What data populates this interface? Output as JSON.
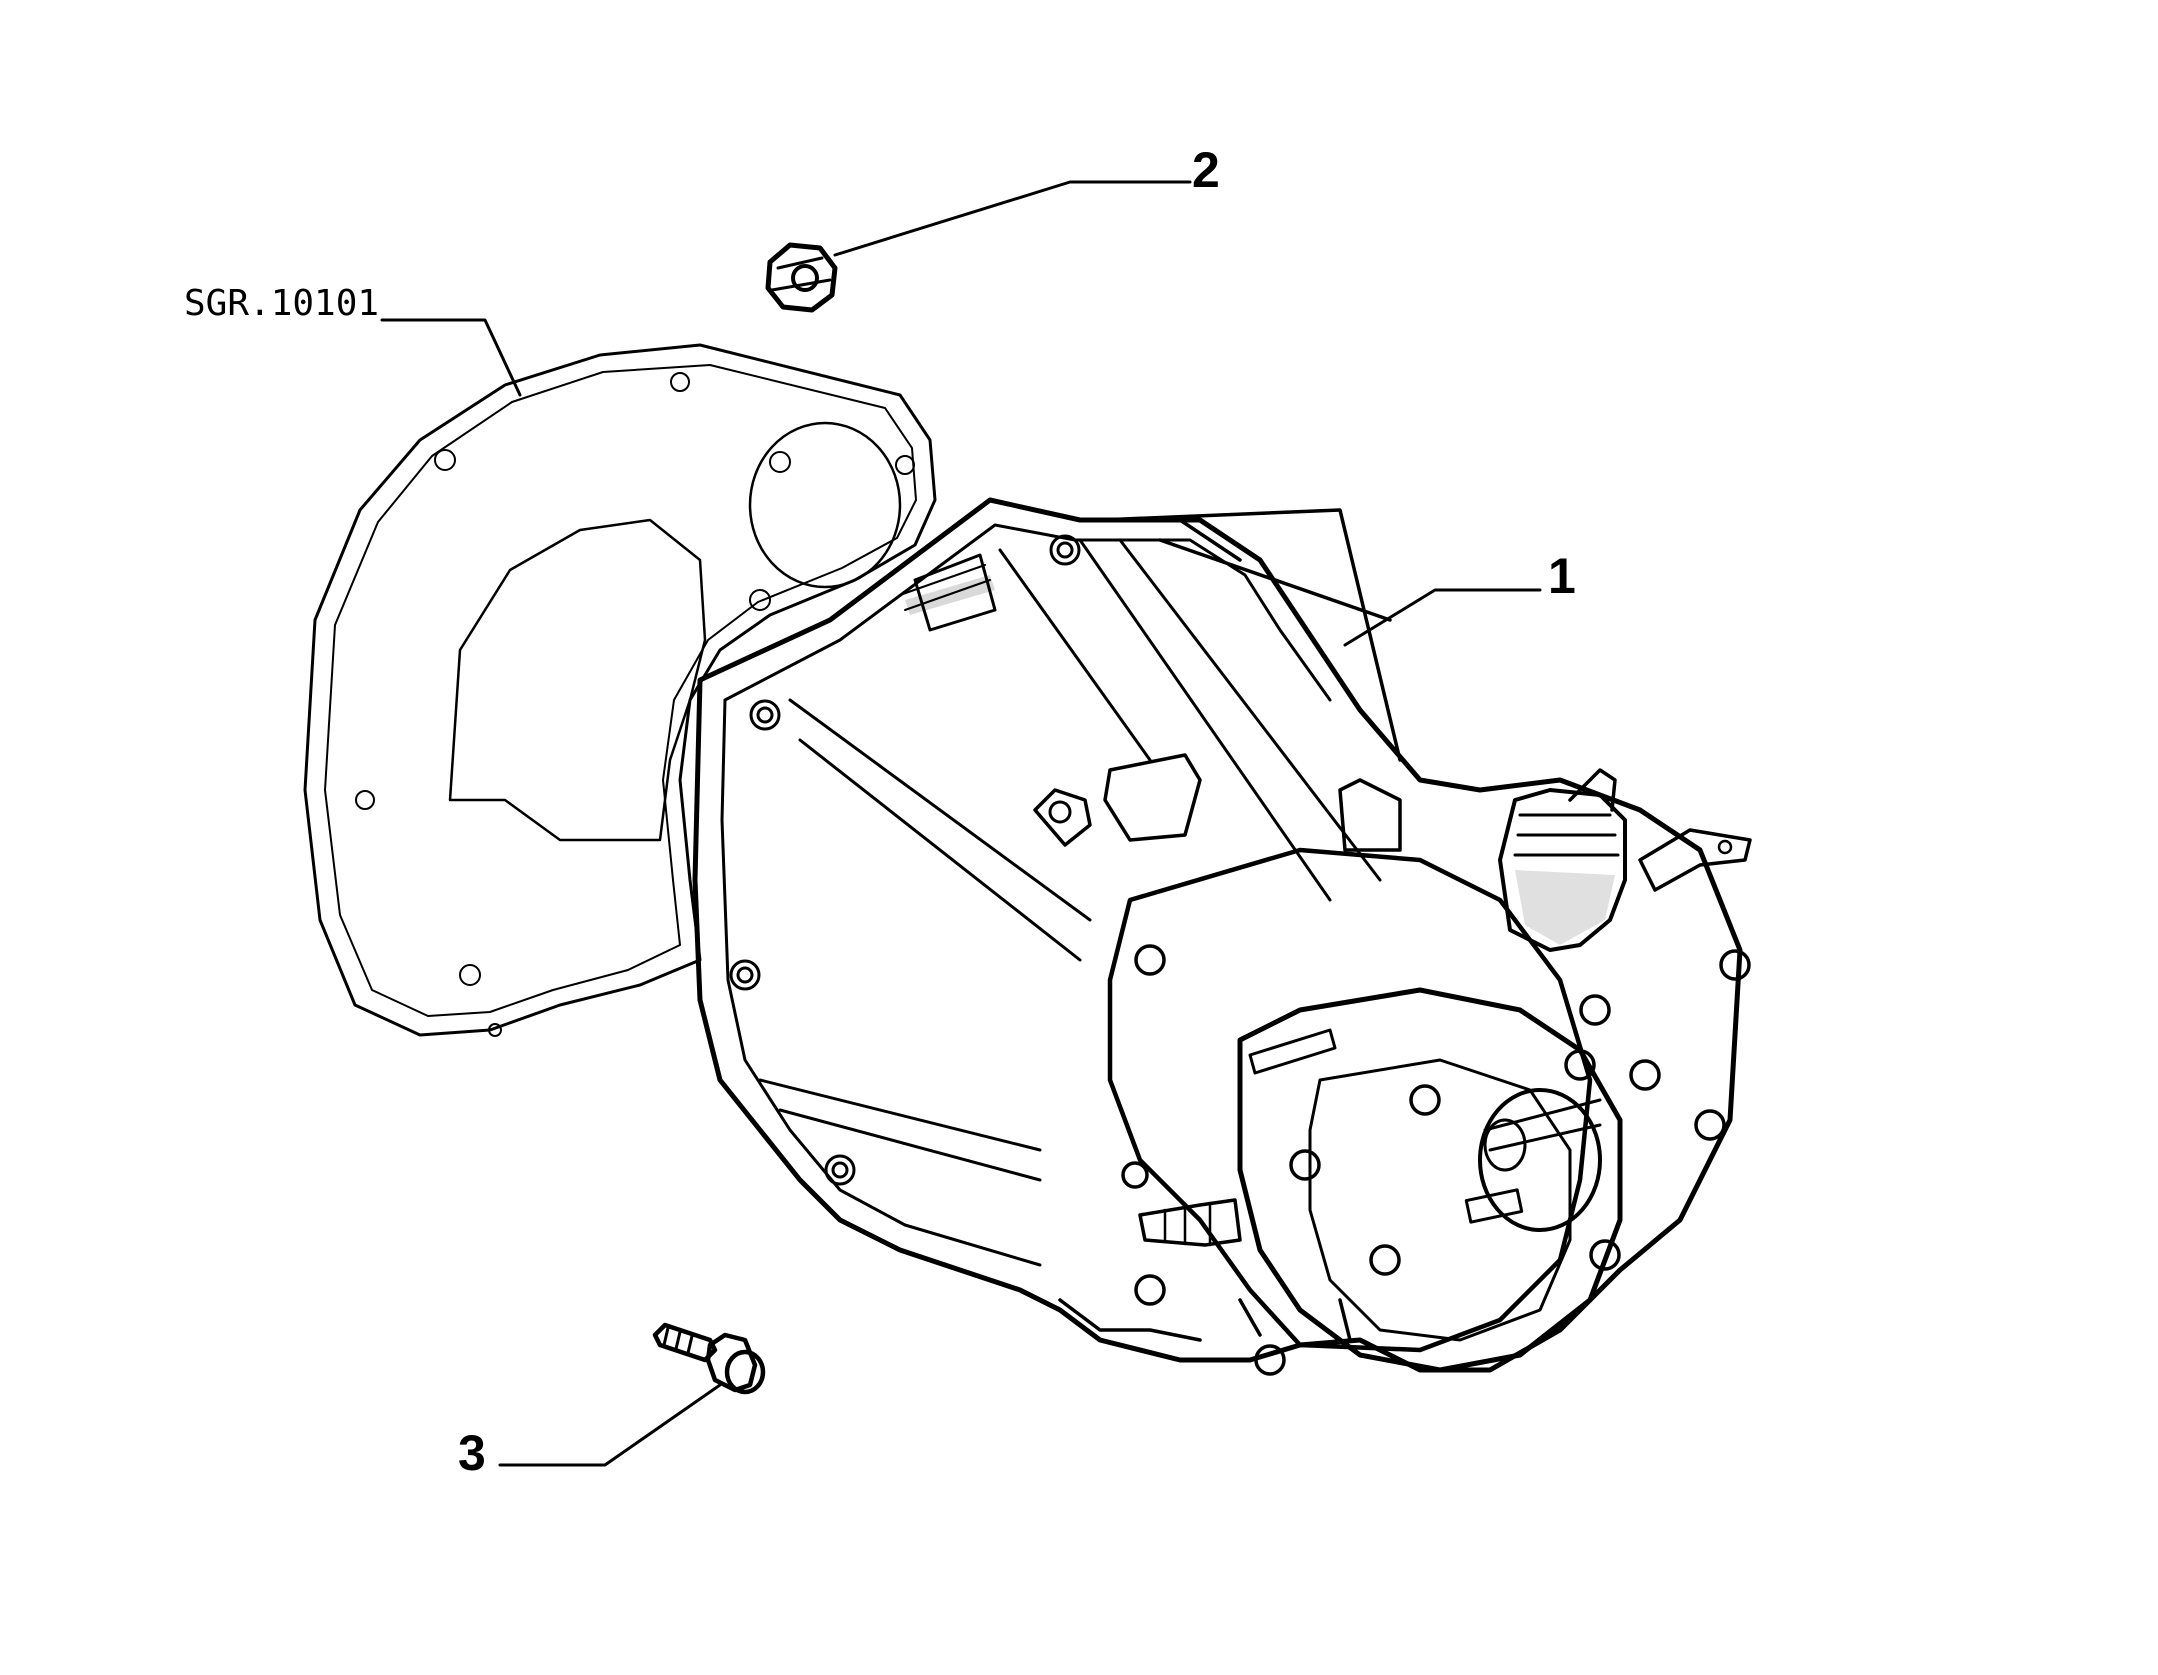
{
  "diagram": {
    "reference_label": "SGR.10101",
    "callouts": [
      {
        "id": "1",
        "label": "1",
        "part": "gearbox-housing"
      },
      {
        "id": "2",
        "label": "2",
        "part": "nut"
      },
      {
        "id": "3",
        "label": "3",
        "part": "bolt"
      }
    ],
    "colors": {
      "line": "#000000",
      "background": "#ffffff"
    }
  }
}
